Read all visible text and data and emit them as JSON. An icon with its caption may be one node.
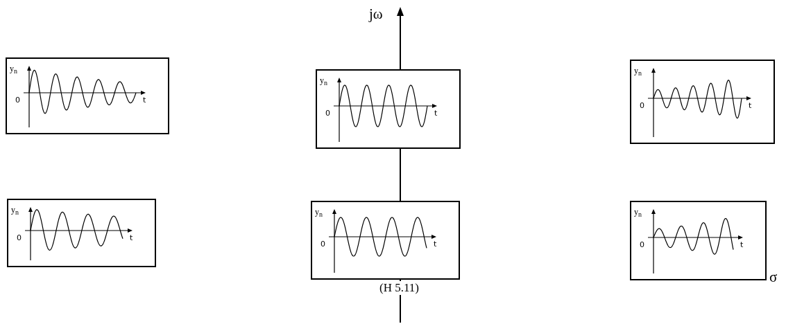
{
  "diagram": {
    "caption": "(H 5.11)",
    "nodes": [
      {
        "text": [
          "y$_{n}$",
          "0",
          "t"
        ]
      },
      {
        "text": [
          "y$_{n}$",
          "0",
          "t"
        ]
      },
      {
        "text": [
          "y$_{n}$",
          "0",
          "t"
        ]
      },
      {
        "text": [
          "y$_{n}$",
          "0",
          "t"
        ]
      },
      {
        "text": [
          "y$_{n}$",
          "0",
          "t"
        ]
      },
      {
        "text": [
          "y$_{n}$",
          "0",
          "t"
        ]
      }
    ],
    "labels": [
      "jω",
      "σ"
    ]
  }
}
